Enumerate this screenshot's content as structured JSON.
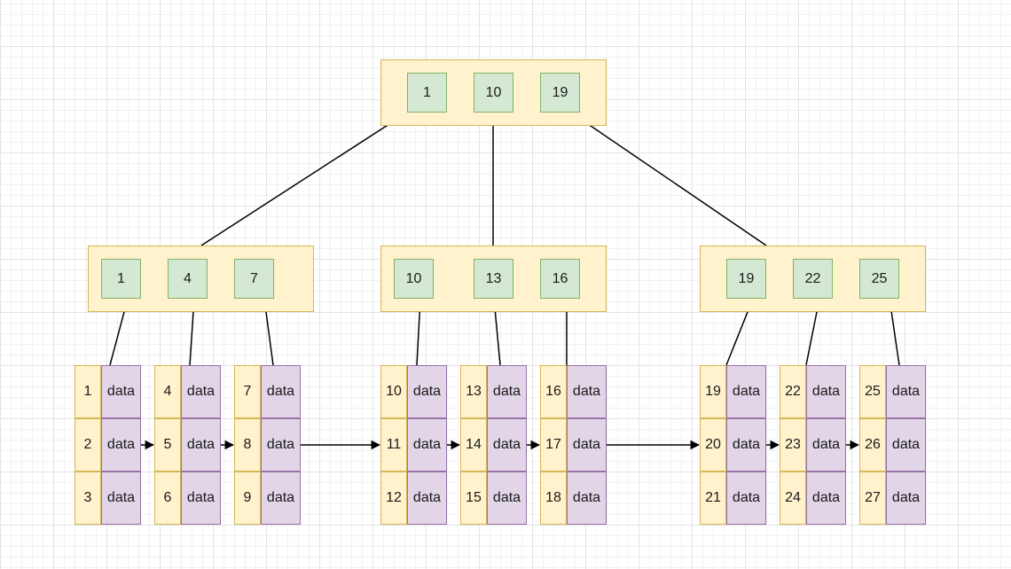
{
  "colors": {
    "node_fill": "#fff2cc",
    "node_border": "#d6b656",
    "key_fill": "#d5e8d4",
    "key_border": "#82b366",
    "data_fill": "#e1d5e7",
    "data_border": "#9673a6",
    "edge": "#000000"
  },
  "root": {
    "keys": [
      "1",
      "10",
      "19"
    ]
  },
  "internal": [
    {
      "keys": [
        "1",
        "4",
        "7"
      ]
    },
    {
      "keys": [
        "10",
        "13",
        "16"
      ]
    },
    {
      "keys": [
        "19",
        "22",
        "25"
      ]
    }
  ],
  "leaves": [
    {
      "keys": [
        "1",
        "2",
        "3"
      ],
      "data": [
        "data",
        "data",
        "data"
      ]
    },
    {
      "keys": [
        "4",
        "5",
        "6"
      ],
      "data": [
        "data",
        "data",
        "data"
      ]
    },
    {
      "keys": [
        "7",
        "8",
        "9"
      ],
      "data": [
        "data",
        "data",
        "data"
      ]
    },
    {
      "keys": [
        "10",
        "11",
        "12"
      ],
      "data": [
        "data",
        "data",
        "data"
      ]
    },
    {
      "keys": [
        "13",
        "14",
        "15"
      ],
      "data": [
        "data",
        "data",
        "data"
      ]
    },
    {
      "keys": [
        "16",
        "17",
        "18"
      ],
      "data": [
        "data",
        "data",
        "data"
      ]
    },
    {
      "keys": [
        "19",
        "20",
        "21"
      ],
      "data": [
        "data",
        "data",
        "data"
      ]
    },
    {
      "keys": [
        "22",
        "23",
        "24"
      ],
      "data": [
        "data",
        "data",
        "data"
      ]
    },
    {
      "keys": [
        "25",
        "26",
        "27"
      ],
      "data": [
        "data",
        "data",
        "data"
      ]
    }
  ]
}
